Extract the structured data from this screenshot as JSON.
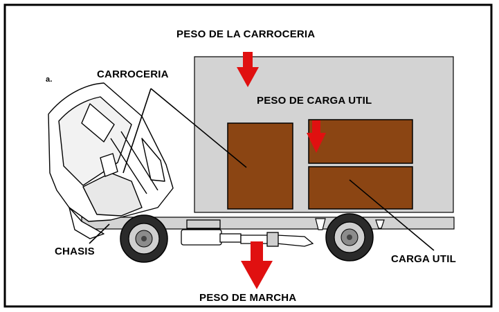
{
  "labels": {
    "body_weight": "PESO DE LA CARROCERIA",
    "body": "CARROCERIA",
    "payload_weight": "PESO DE CARGA UTIL",
    "chassis": "CHASIS",
    "payload": "CARGA UTIL",
    "running_weight": "PESO DE MARCHA",
    "stray_mark": "a."
  },
  "colors": {
    "body_box": "#d3d3d3",
    "cargo": "#8b4513",
    "arrow": "#e01010",
    "outline": "#000000"
  }
}
